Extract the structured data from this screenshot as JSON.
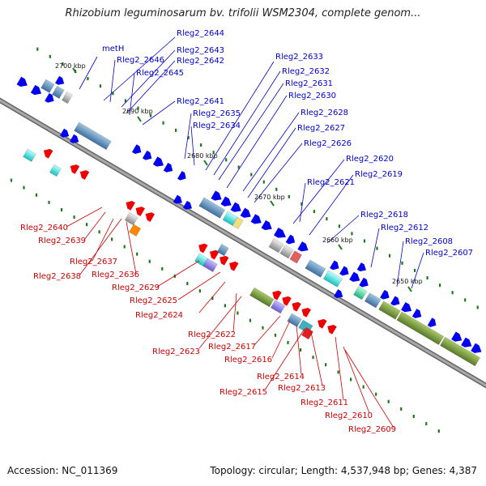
{
  "title": "Rhizobium leguminosarum bv. trifolii WSM2304, complete genom...",
  "footer": {
    "accession": "Accession: NC_011369",
    "summary": "Topology: circular; Length: 4,537,948 bp; Genes: 4,387"
  },
  "colors": {
    "forward_label": "#0000cc",
    "reverse_label": "#cc0000",
    "forward_feature": "#0000ee",
    "reverse_feature": "#ee0000",
    "backbone": "#8c8c8c",
    "tick": "#1a7a1a"
  },
  "ticks": [
    "2700 kbp",
    "2690 kbp",
    "2680 kbp",
    "2670 kbp",
    "2660 kbp",
    "2650 kbp"
  ],
  "forward_labels": [
    "metH",
    "Rleg2_2644",
    "Rleg2_2646",
    "Rleg2_2643",
    "Rleg2_2642",
    "Rleg2_2645",
    "Rleg2_2641",
    "Rleg2_2635",
    "Rleg2_2634",
    "Rleg2_2633",
    "Rleg2_2632",
    "Rleg2_2631",
    "Rleg2_2630",
    "Rleg2_2628",
    "Rleg2_2627",
    "Rleg2_2626",
    "Rleg2_2620",
    "Rleg2_2621",
    "Rleg2_2619",
    "Rleg2_2618",
    "Rleg2_2612",
    "Rleg2_2608",
    "Rleg2_2607"
  ],
  "reverse_labels": [
    "Rleg2_2640",
    "Rleg2_2639",
    "Rleg2_2637",
    "Rleg2_2638",
    "Rleg2_2636",
    "Rleg2_2629",
    "Rleg2_2625",
    "Rleg2_2624",
    "Rleg2_2622",
    "Rleg2_2623",
    "Rleg2_2617",
    "Rleg2_2616",
    "Rleg2_2614",
    "Rleg2_2615",
    "Rleg2_2613",
    "Rleg2_2611",
    "Rleg2_2610",
    "Rleg2_2609"
  ]
}
